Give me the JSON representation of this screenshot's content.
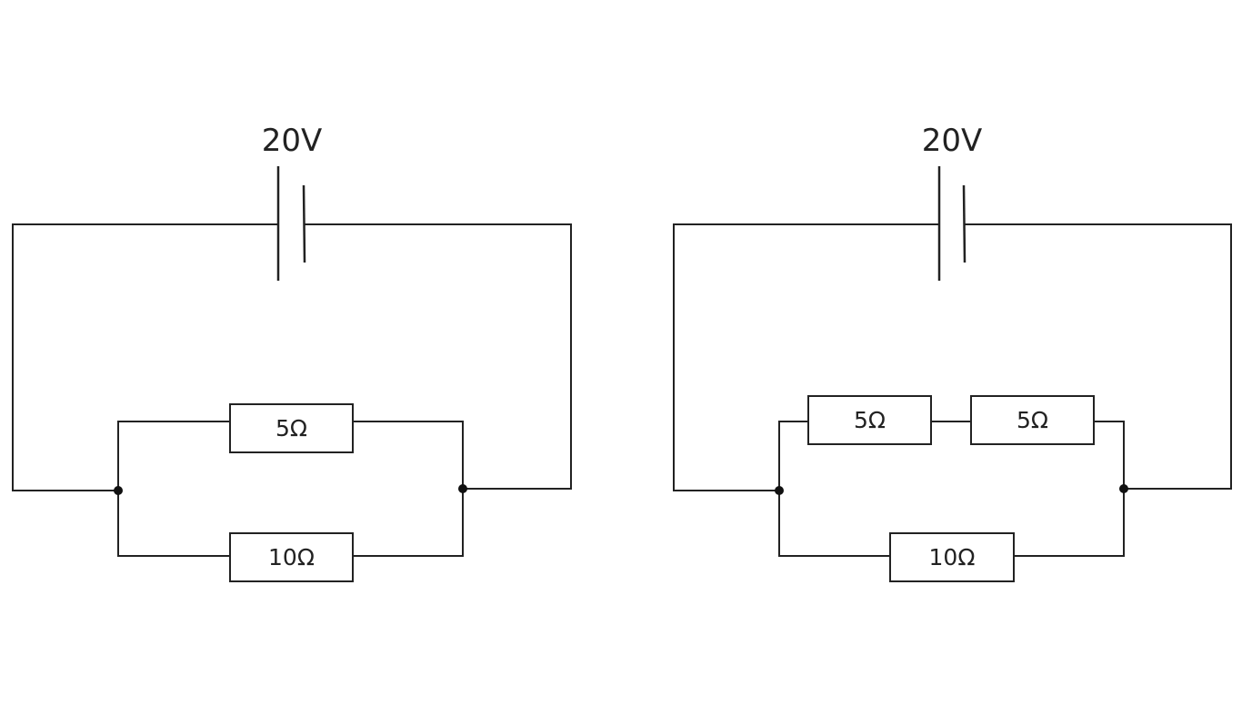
{
  "circuits": [
    {
      "battery": {
        "voltage": "20V"
      },
      "resistors": {
        "top_a": "5Ω",
        "bottom": "10Ω"
      }
    },
    {
      "battery": {
        "voltage": "20V"
      },
      "resistors": {
        "top_a": "5Ω",
        "top_b": "5Ω",
        "bottom": "10Ω"
      }
    }
  ]
}
